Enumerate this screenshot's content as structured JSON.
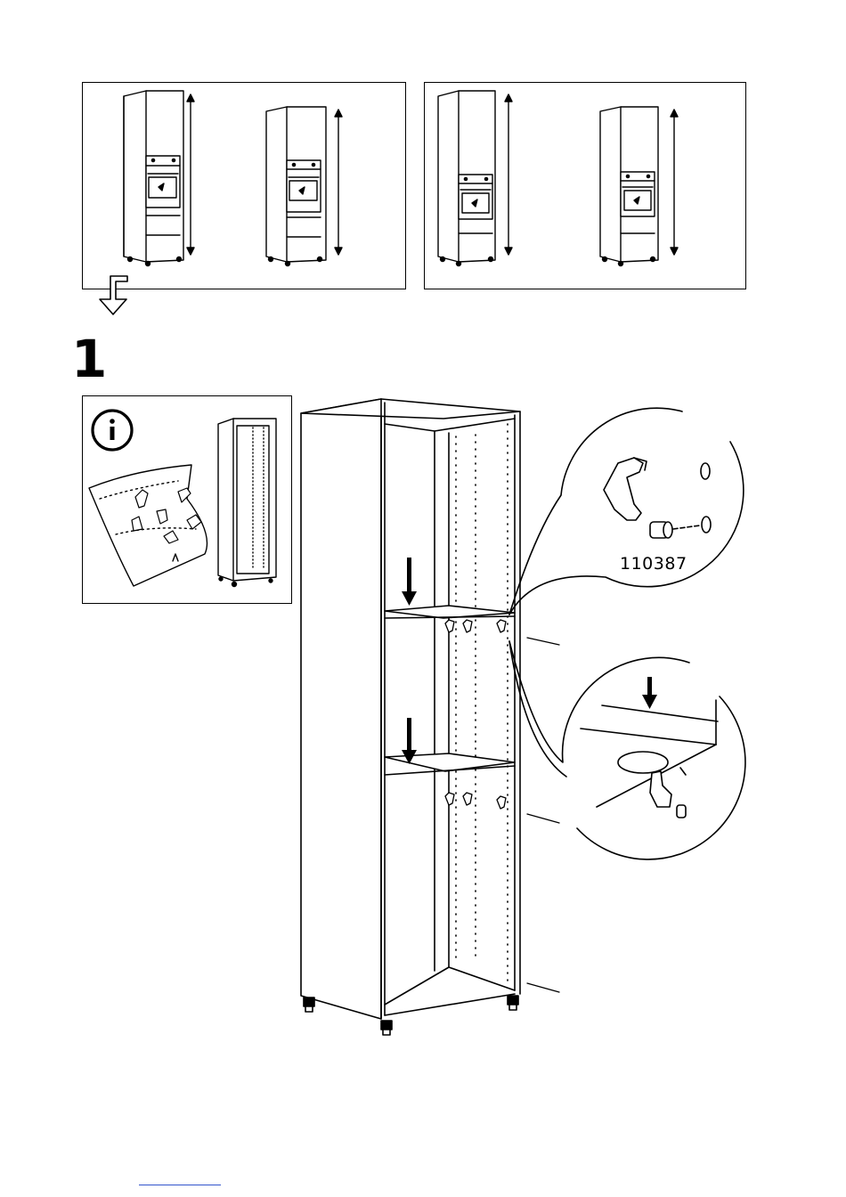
{
  "step": {
    "number": "1"
  },
  "callout": {
    "part_number": "110387"
  },
  "icons": {
    "info": "info-icon",
    "next_arrow": "arrow-down-icon",
    "press_down": "arrow-down-icon"
  },
  "variants": {
    "left_panel": [
      "cabinet-with-oven-high",
      "cabinet-with-oven-high-alt"
    ],
    "right_panel": [
      "cabinet-with-oven-low",
      "cabinet-with-oven-low-alt"
    ]
  },
  "colors": {
    "line": "#000000",
    "background": "#ffffff",
    "link": "#3355cc"
  }
}
